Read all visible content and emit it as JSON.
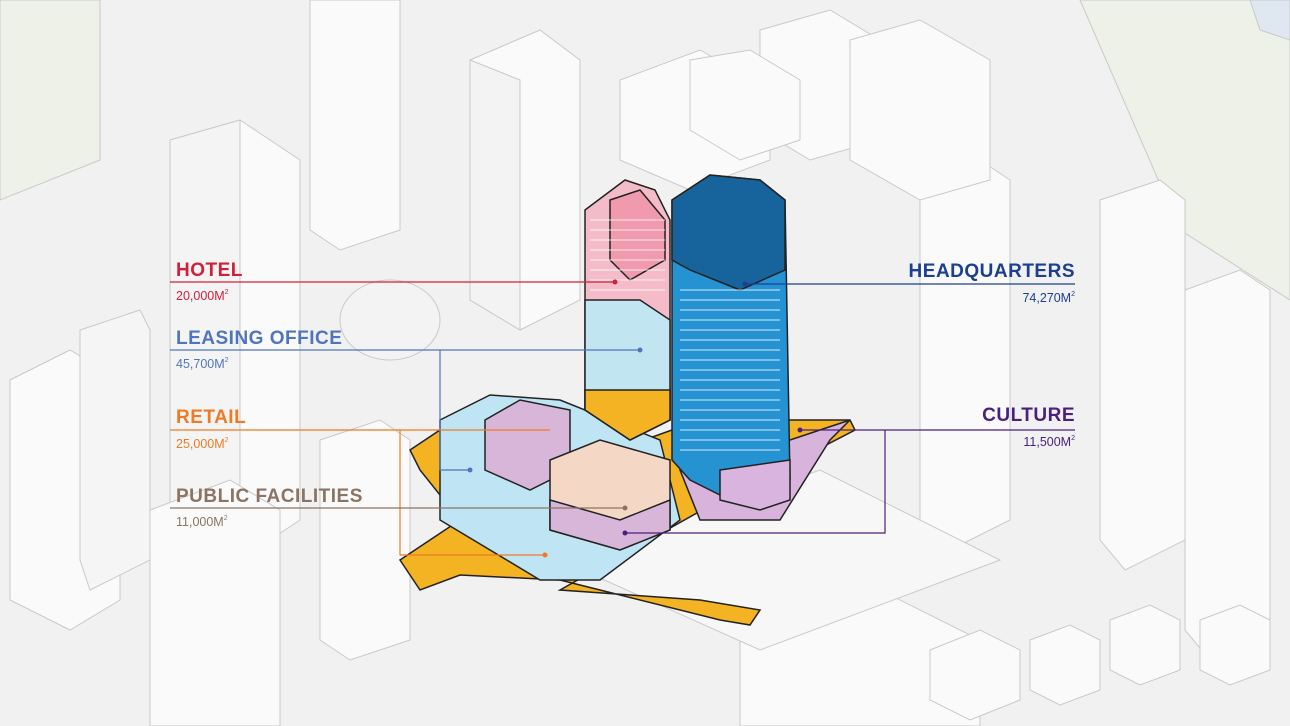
{
  "programs": [
    {
      "id": "hotel",
      "name": "HOTEL",
      "area": "20,000M",
      "unit_sup": "2",
      "color": "#d3203a"
    },
    {
      "id": "leasing",
      "name": "LEASING OFFICE",
      "area": "45,700M",
      "unit_sup": "2",
      "color": "#4f76bd"
    },
    {
      "id": "retail",
      "name": "RETAIL",
      "area": "25,000M",
      "unit_sup": "2",
      "color": "#ee7b24"
    },
    {
      "id": "public",
      "name": "PUBLIC FACILITIES",
      "area": "11,000M",
      "unit_sup": "2",
      "color": "#8b7463"
    },
    {
      "id": "hq",
      "name": "HEADQUARTERS",
      "area": "74,270M",
      "unit_sup": "2",
      "color": "#1b3f93"
    },
    {
      "id": "culture",
      "name": "CULTURE",
      "area": "11,500M",
      "unit_sup": "2",
      "color": "#4b1f7d"
    }
  ]
}
